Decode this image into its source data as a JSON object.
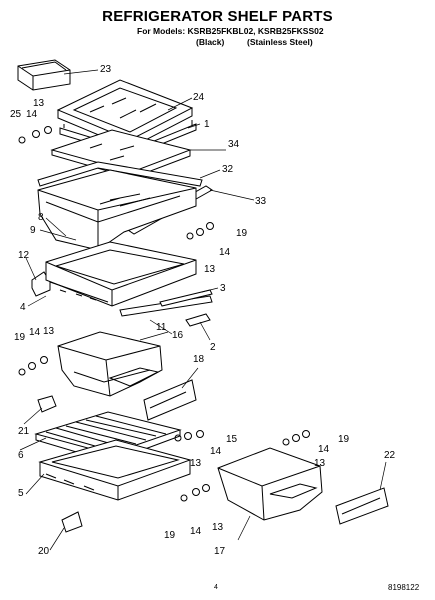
{
  "header": {
    "title": "REFRIGERATOR SHELF PARTS",
    "models_line": "For Models: KSRB25FKBL02, KSRB25FKSS02",
    "variant_black": "(Black)",
    "variant_stainless": "(Stainless Steel)"
  },
  "callouts": {
    "c1": "1",
    "c2": "2",
    "c3": "3",
    "c4": "4",
    "c5": "5",
    "c6": "6",
    "c8": "8",
    "c9": "9",
    "c11": "11",
    "c12": "12",
    "c13a": "13",
    "c13b": "13",
    "c13c": "13",
    "c13d": "13",
    "c13e": "13",
    "c13f": "13",
    "c14a": "14",
    "c14b": "14",
    "c14c": "14",
    "c14d": "14",
    "c14e": "14",
    "c14f": "14",
    "c15": "15",
    "c16": "16",
    "c17": "17",
    "c18": "18",
    "c19a": "19",
    "c19b": "19",
    "c19c": "19",
    "c19d": "19",
    "c20": "20",
    "c21": "21",
    "c22": "22",
    "c23": "23",
    "c24": "24",
    "c25": "25",
    "c32": "32",
    "c33": "33",
    "c34": "34"
  },
  "footer": {
    "page": "4",
    "doc_number": "8198122"
  }
}
